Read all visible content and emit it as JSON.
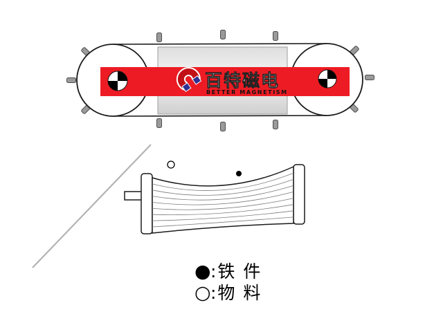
{
  "diagram": {
    "brand": {
      "name": "百特磁电",
      "tagline": "BETTER MAGNETISM"
    },
    "legend": {
      "items": [
        {
          "symbol": "●",
          "label": ":铁 件"
        },
        {
          "symbol": "○",
          "label": ":物 料"
        }
      ]
    },
    "colors": {
      "banner_red": "#ed1c24",
      "magnet_blue": "#2e3192",
      "tab_gray": "#9a9a9a"
    }
  }
}
